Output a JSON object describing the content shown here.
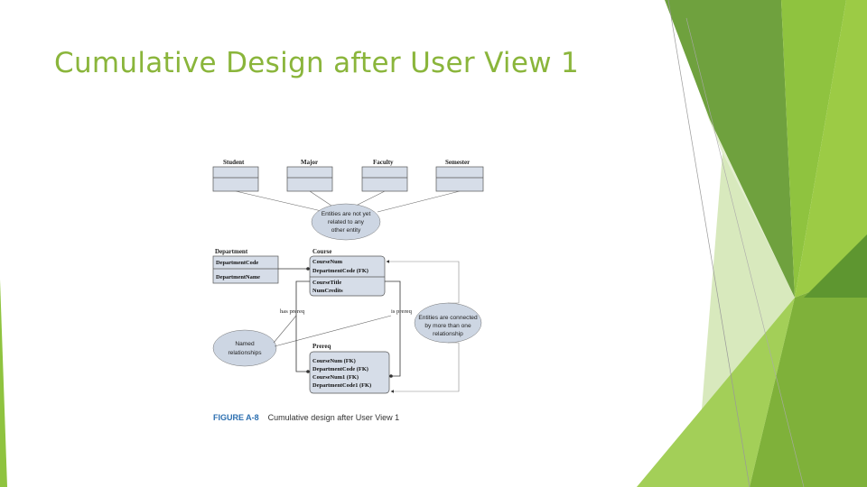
{
  "slide": {
    "title": "Cumulative Design after User View 1"
  },
  "figure": {
    "caption_label": "FIGURE A-8",
    "caption_text": "Cumulative design after User View 1",
    "entities": {
      "student": "Student",
      "major": "Major",
      "faculty": "Faculty",
      "semester": "Semester",
      "department": "Department",
      "course": "Course",
      "prereq": "Prereq"
    },
    "department_attrs": [
      "DepartmentCode",
      "DepartmentName"
    ],
    "course_key_attrs": [
      "CourseNum",
      "DepartmentCode (FK)"
    ],
    "course_attrs": [
      "CourseTitle",
      "NumCredits"
    ],
    "prereq_attrs": [
      "CourseNum (FK)",
      "DepartmentCode (FK)",
      "CourseNum1 (FK)",
      "DepartmentCode1 (FK)"
    ],
    "relationships": {
      "has_prereq": "has prereq",
      "is_prereq": "is prereq"
    },
    "notes": {
      "unrelated": [
        "Entities are not yet",
        "related to any",
        "other entity"
      ],
      "named": [
        "Named",
        "relationships"
      ],
      "multi": [
        "Entities are connected",
        "by more than one",
        "relationship"
      ]
    }
  },
  "colors": {
    "title": "#8ab53b",
    "box_fill": "#d6dde8",
    "ellipse_fill": "#cdd6e3",
    "caption_label": "#2c6fb0"
  }
}
